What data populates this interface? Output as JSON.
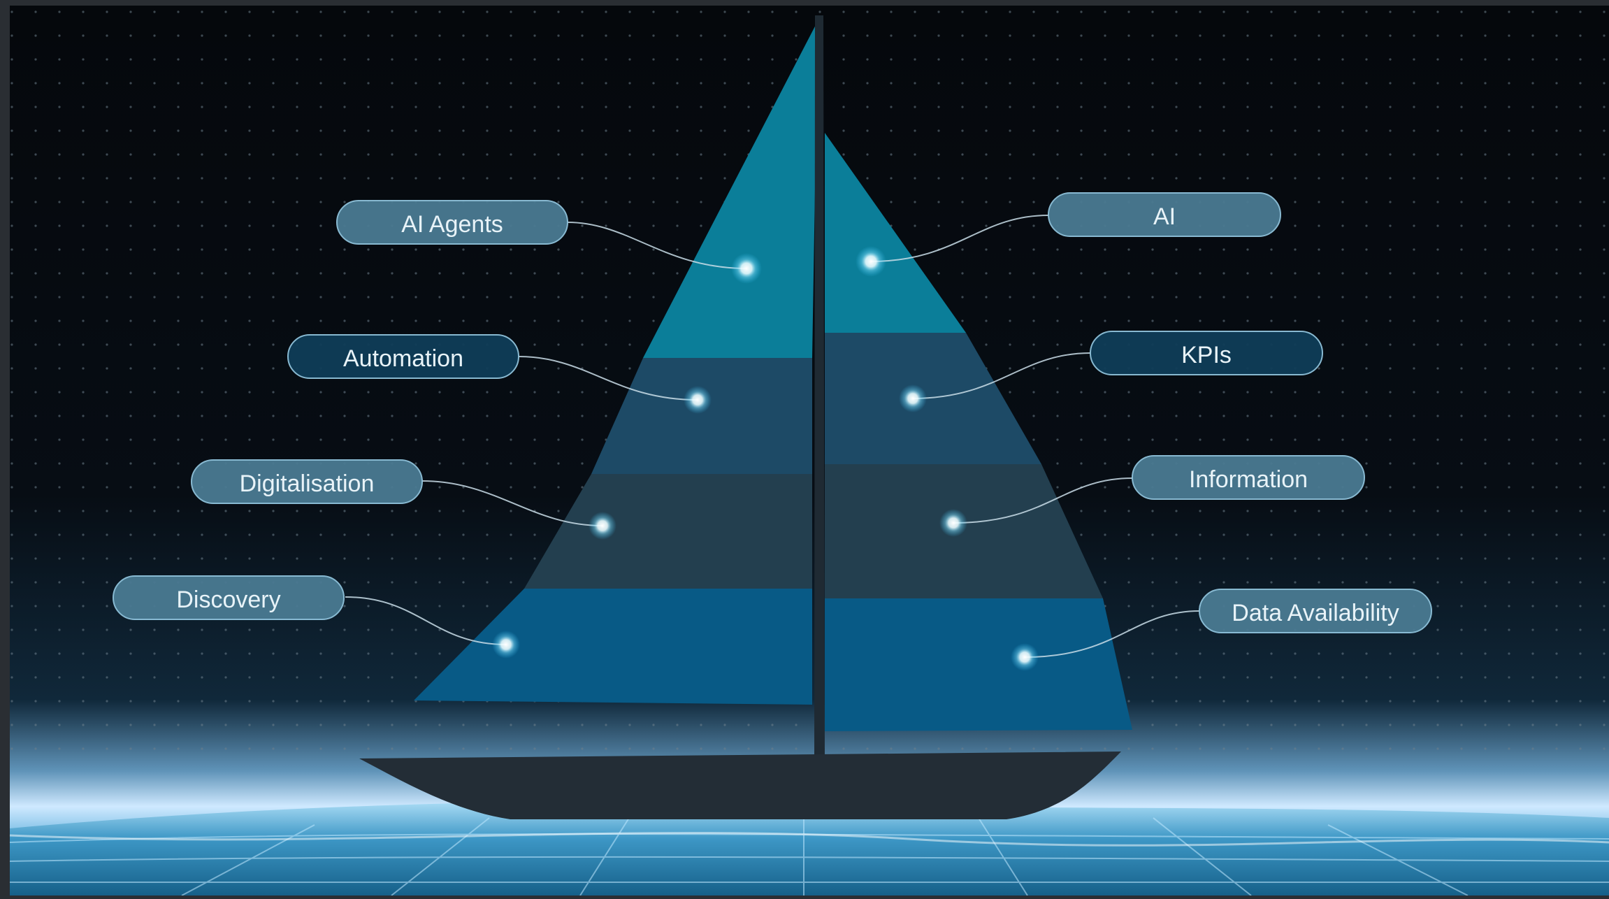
{
  "colors": {
    "page_frame": "#2a2e33",
    "sky_dark": "#05080c",
    "sky_mid": "#0a1620",
    "glow": "#cfe9ff",
    "water": "#1b6f99",
    "grid_line": "#8fd0f0",
    "sail_top": "#0b7e99",
    "sail_upper_mid": "#1d4a66",
    "sail_lower_mid": "#233f4f",
    "sail_bottom": "#085a86",
    "mast": "#1f2a33",
    "hull": "#232d36",
    "pill_light": "#4a7a92",
    "pill_dark": "#0f3d58",
    "pill_border": "#8fc3dc",
    "pill_text": "#e8f3f8",
    "dot": "#ffffff"
  },
  "labels": {
    "left": [
      {
        "text": "AI Agents",
        "style": "light"
      },
      {
        "text": "Automation",
        "style": "dark"
      },
      {
        "text": "Digitalisation",
        "style": "light"
      },
      {
        "text": "Discovery",
        "style": "light"
      }
    ],
    "right": [
      {
        "text": "AI",
        "style": "light"
      },
      {
        "text": "KPIs",
        "style": "dark"
      },
      {
        "text": "Information",
        "style": "light"
      },
      {
        "text": "Data Availability",
        "style": "light"
      }
    ]
  }
}
